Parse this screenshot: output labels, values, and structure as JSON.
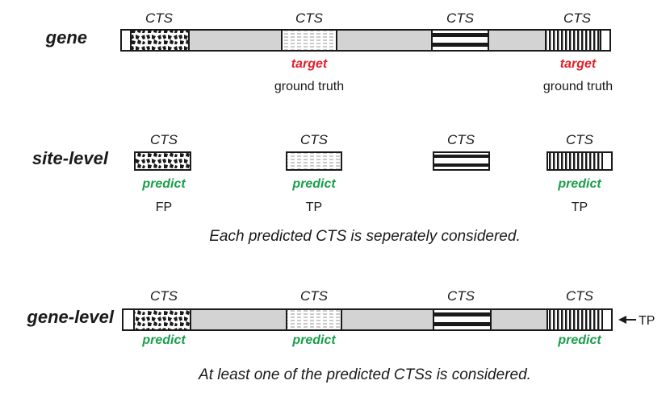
{
  "row_labels": {
    "gene": "gene",
    "site_level": "site-level",
    "gene_level": "gene-level"
  },
  "cts_label": "CTS",
  "target_label": "target",
  "ground_truth_label": "ground truth",
  "predict_label": "predict",
  "site_results": {
    "fp": "FP",
    "tp1": "TP",
    "tp2": "TP"
  },
  "gene_level_result": "TP",
  "captions": {
    "site_level": "Each predicted CTS is seperately considered.",
    "gene_level": "At least one of the predicted CTSs is considered."
  },
  "colors": {
    "gene_body": "#d3d3d3",
    "target_text": "#e0202a",
    "predict_text": "#1a9e4a",
    "outline": "#1a1a1a"
  }
}
